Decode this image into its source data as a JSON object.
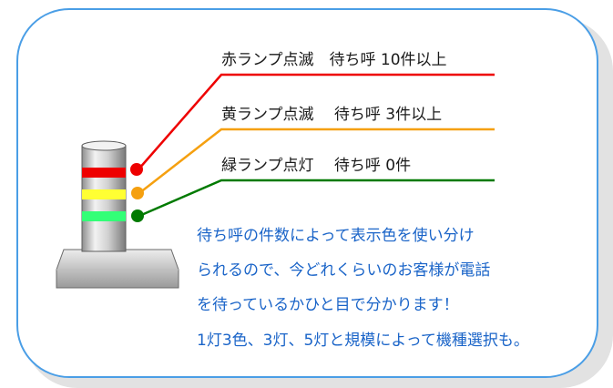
{
  "labels": {
    "red": "赤ランプ点滅　待ち呼 10件以上",
    "yellow": "黄ランプ点滅　 待ち呼 3件以上",
    "green": "緑ランプ点灯　 待ち呼 0件"
  },
  "description": [
    "待ち呼の件数によって表示色を使い分け",
    "られるので、今どれくらいのお客様が電話",
    "を待っているかひと目で分かります！",
    "1灯3色、3灯、5灯と規模によって機種選択も。"
  ],
  "colors": {
    "red": "#ee0000",
    "yellow": "#f5a010",
    "green": "#007a00",
    "border": "#4a9ee6",
    "text_blue": "#1a64c8"
  }
}
